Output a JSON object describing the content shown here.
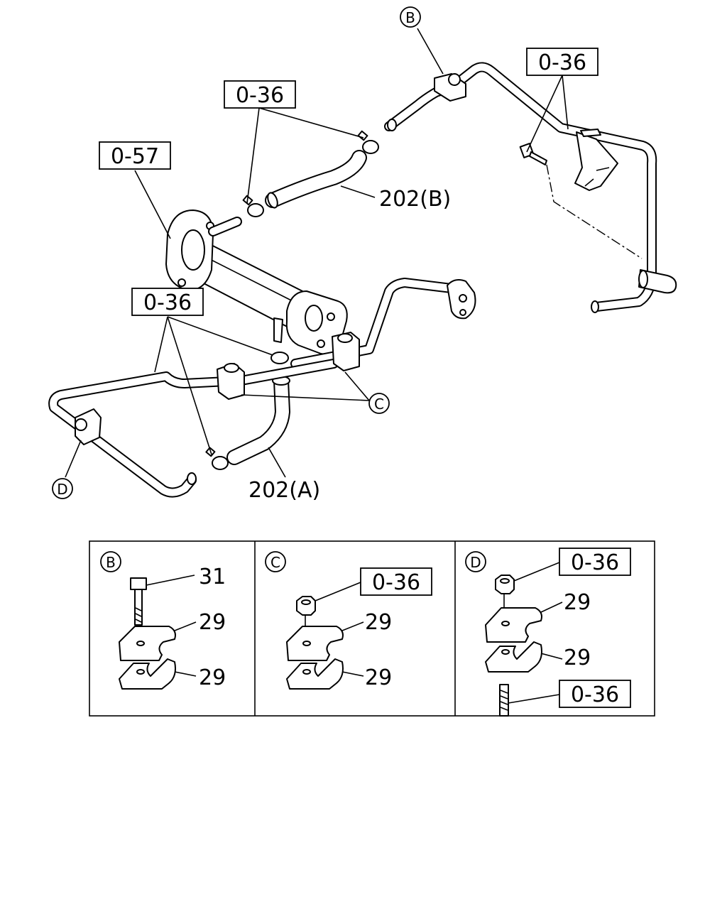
{
  "callouts": {
    "ref_a": "0-36",
    "ref_b": "0-36",
    "ref_c": "0-36",
    "ref_d": "0-57",
    "hose_a": "202(A)",
    "hose_b": "202(B)"
  },
  "markers": {
    "b": "B",
    "c": "C",
    "d": "D"
  },
  "details": {
    "panel_b": {
      "marker": "B",
      "bolt": "31",
      "clamp_upper": "29",
      "clamp_lower": "29"
    },
    "panel_c": {
      "marker": "C",
      "nut": "0-36",
      "clamp_upper": "29",
      "clamp_lower": "29"
    },
    "panel_d": {
      "marker": "D",
      "nut": "0-36",
      "clamp_upper": "29",
      "clamp_lower": "29",
      "stud": "0-36"
    }
  }
}
